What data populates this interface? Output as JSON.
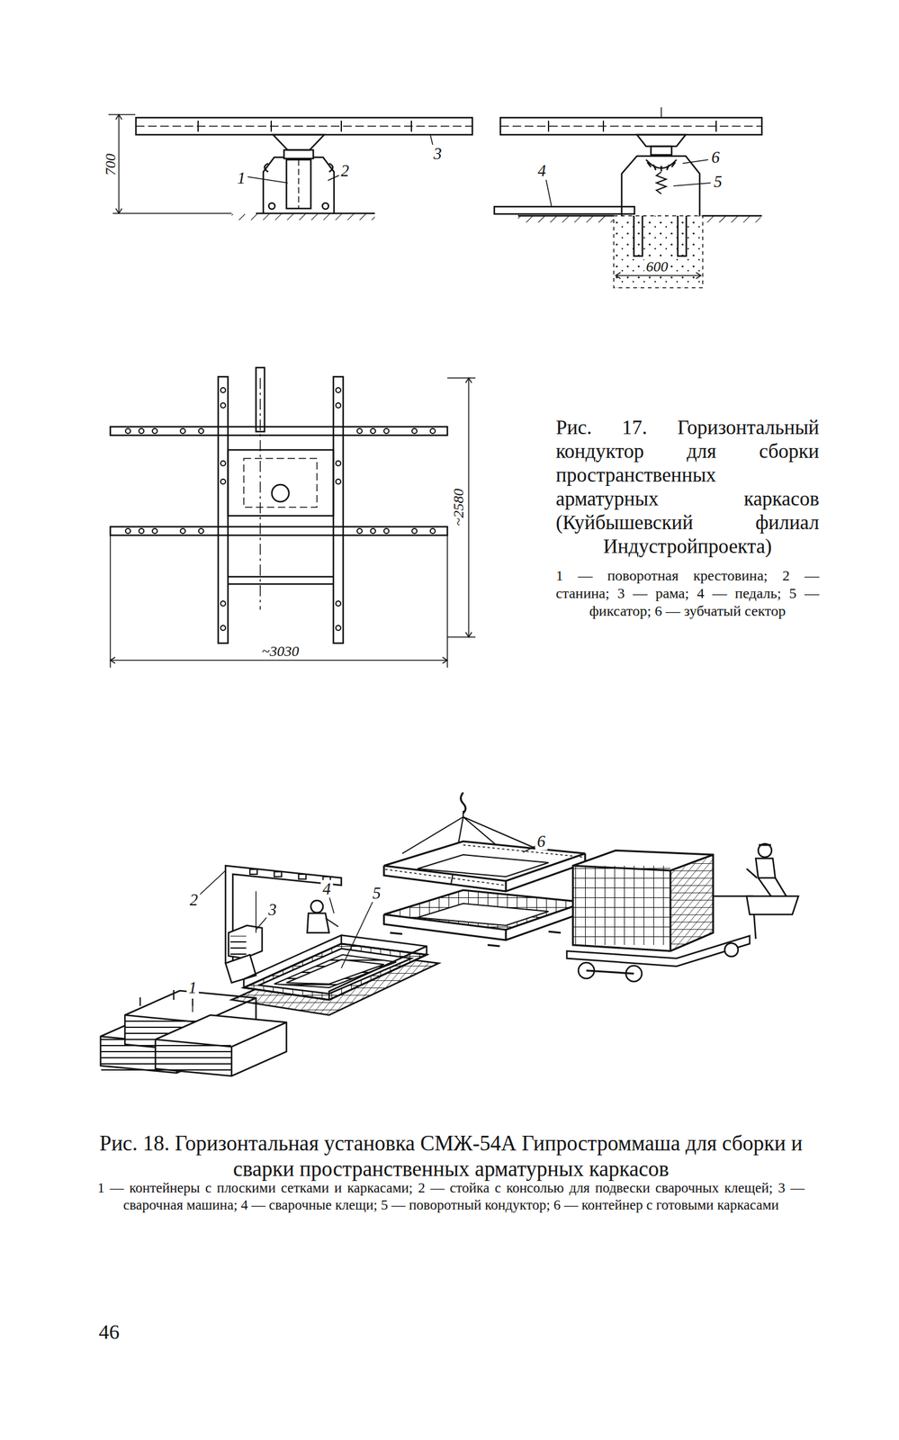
{
  "diagram": {
    "labels": [
      "700",
      "1",
      "2",
      "3",
      "6",
      "5",
      "4",
      "600",
      "~2580",
      "~3030",
      "Рис. 17. Горизонтальный кондуктор для сборки пространственных арматурных каркасов (Куйбышевский филиал Индустройпроекта)",
      "1 — поворотная крестовина; 2 — станина; 3 — рама; 4 — педаль; 5 — фиксатор; 6 — зубчатый сектор",
      "1",
      "2",
      "3",
      "4",
      "5",
      "6",
      "Рис. 18. Горизонтальная установка СМЖ-54А Гипростроммаша для сборки и сварки пространственных арматурных каркасов",
      "1 — контейнеры с плоскими сетками и каркасами; 2 — стойка с консолью для подвески сварочных клещей; 3 — сварочная машина; 4 — сварочные клещи; 5 — поворотный кондуктор; 6 — контейнер с готовыми каркасами",
      "46"
    ]
  }
}
